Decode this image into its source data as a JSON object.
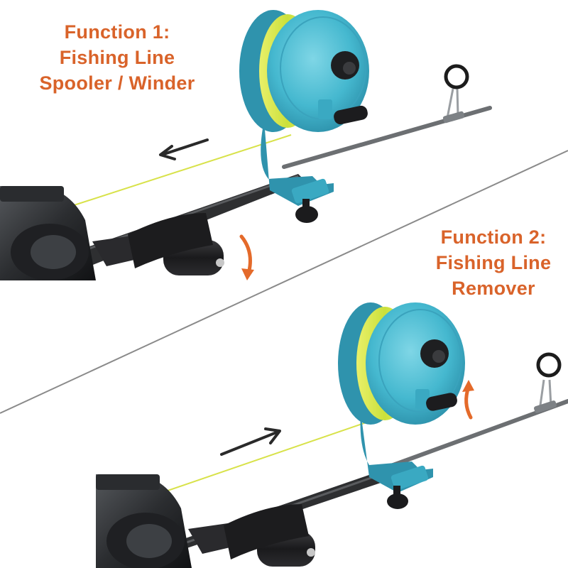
{
  "function_1": {
    "lines": [
      "Function 1:",
      "Fishing Line",
      "Spooler / Winder"
    ]
  },
  "function_2": {
    "lines": [
      "Function 2:",
      "Fishing Line",
      "Remover"
    ]
  },
  "colors": {
    "caption": "#d9632a",
    "spooler_body": "#45b8cf",
    "spooler_body_dark": "#2f93ad",
    "fishing_line": "#d8e24a",
    "rod_blank": "#3a3a3a",
    "reel_body": "#2b2d30",
    "direction_arrow": "#2a2a2a",
    "rotation_arrow": "#e46a2a"
  },
  "icons": {
    "top_line_arrow": "arrow-left-icon",
    "top_rotation_arrow": "curved-arrow-down-icon",
    "bottom_line_arrow": "arrow-right-icon",
    "bottom_rotation_arrow": "curved-arrow-up-icon"
  }
}
